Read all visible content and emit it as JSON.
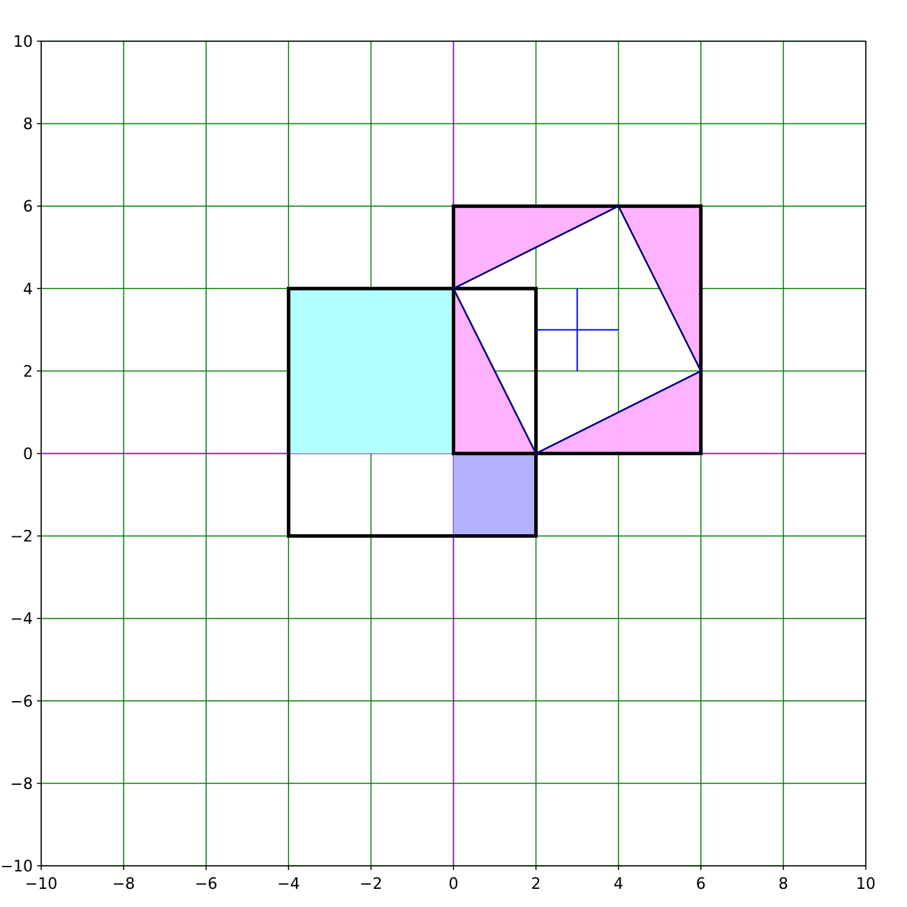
{
  "chart_data": {
    "type": "geometry",
    "xlim": [
      -10,
      10
    ],
    "ylim": [
      -10,
      10
    ],
    "grid": true,
    "x_ticks": [
      -10,
      -8,
      -6,
      -4,
      -2,
      0,
      2,
      4,
      6,
      8,
      10
    ],
    "y_ticks": [
      -10,
      -8,
      -6,
      -4,
      -2,
      0,
      2,
      4,
      6,
      8,
      10
    ],
    "x_tick_labels": [
      "−10",
      "−8",
      "−6",
      "−4",
      "−2",
      "0",
      "2",
      "4",
      "6",
      "8",
      "10"
    ],
    "y_tick_labels": [
      "−10",
      "−8",
      "−6",
      "−4",
      "−2",
      "0",
      "2",
      "4",
      "6",
      "8",
      "10"
    ],
    "colors": {
      "grid": "#008000",
      "axes": "#9400d3",
      "cyan_fill": "#b0ffff",
      "pink_fill": "#ffb0ff",
      "blue_fill": "#b0b0ff",
      "outline": "#000000",
      "diagonal": "#000080",
      "cross": "#0000ff"
    },
    "filled_regions": [
      {
        "name": "cyan-square",
        "color": "#b0ffff",
        "points": [
          [
            -4,
            0
          ],
          [
            0,
            0
          ],
          [
            0,
            4
          ],
          [
            -4,
            4
          ]
        ]
      },
      {
        "name": "blue-square",
        "color": "#b0b0ff",
        "points": [
          [
            0,
            -2
          ],
          [
            2,
            -2
          ],
          [
            2,
            0
          ],
          [
            0,
            0
          ]
        ]
      },
      {
        "name": "pink-triangle-top",
        "color": "#ffb0ff",
        "points": [
          [
            0,
            4
          ],
          [
            0,
            6
          ],
          [
            4,
            6
          ]
        ]
      },
      {
        "name": "pink-triangle-right",
        "color": "#ffb0ff",
        "points": [
          [
            4,
            6
          ],
          [
            6,
            6
          ],
          [
            6,
            2
          ]
        ]
      },
      {
        "name": "pink-triangle-bottom",
        "color": "#ffb0ff",
        "points": [
          [
            6,
            2
          ],
          [
            6,
            0
          ],
          [
            2,
            0
          ]
        ]
      },
      {
        "name": "pink-triangle-left",
        "color": "#ffb0ff",
        "points": [
          [
            2,
            0
          ],
          [
            0,
            0
          ],
          [
            0,
            4
          ]
        ]
      }
    ],
    "outlined_squares": [
      {
        "name": "large-square-left",
        "points": [
          [
            -4,
            -2
          ],
          [
            2,
            -2
          ],
          [
            2,
            4
          ],
          [
            -4,
            4
          ]
        ]
      },
      {
        "name": "large-square-right",
        "points": [
          [
            0,
            0
          ],
          [
            6,
            0
          ],
          [
            6,
            6
          ],
          [
            0,
            6
          ]
        ]
      }
    ],
    "tilted_square": [
      [
        0,
        4
      ],
      [
        4,
        6
      ],
      [
        6,
        2
      ],
      [
        2,
        0
      ]
    ],
    "cross": {
      "center": [
        3,
        3
      ],
      "h": [
        [
          2,
          3
        ],
        [
          4,
          3
        ]
      ],
      "v": [
        [
          3,
          2
        ],
        [
          3,
          4
        ]
      ]
    }
  }
}
